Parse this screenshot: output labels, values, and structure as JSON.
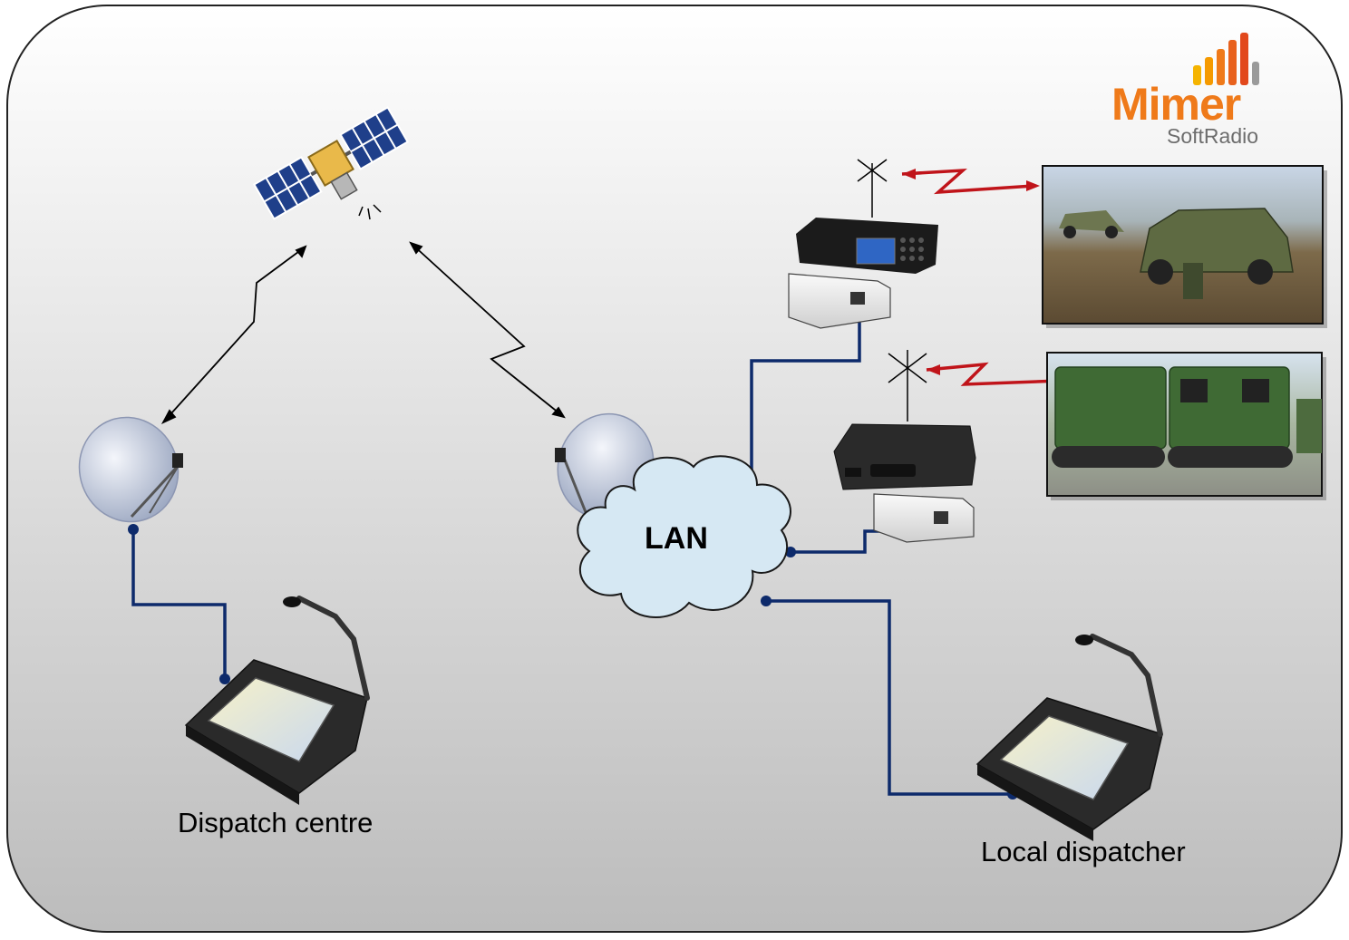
{
  "labels": {
    "dispatch_centre": "Dispatch centre",
    "local_dispatcher": "Local dispatcher",
    "lan": "LAN"
  },
  "logo": {
    "brand": "Mimer",
    "product": "SoftRadio",
    "brand_color": "#ef7a1a",
    "product_color": "#6d6d6d"
  },
  "colors": {
    "network_line": "#0d2a6b",
    "radio_link": "#c0141a",
    "satellite_link": "#000000",
    "cloud_fill": "#d6e8f3",
    "background_top": "#ffffff",
    "background_bottom": "#bcbcbc"
  },
  "icons": {
    "satellite": "satellite-icon",
    "dish_left": "satellite-dish-icon",
    "dish_right": "satellite-dish-icon",
    "mobile_radio": "mobile-radio-icon",
    "base_radio": "base-radio-icon",
    "interface_box": "radio-interface-box-icon",
    "dispatch_console": "dispatch-console-icon",
    "photo_vehicles_field": "military-vehicle-photo",
    "photo_vehicles_tracked": "tracked-vehicle-photo"
  }
}
